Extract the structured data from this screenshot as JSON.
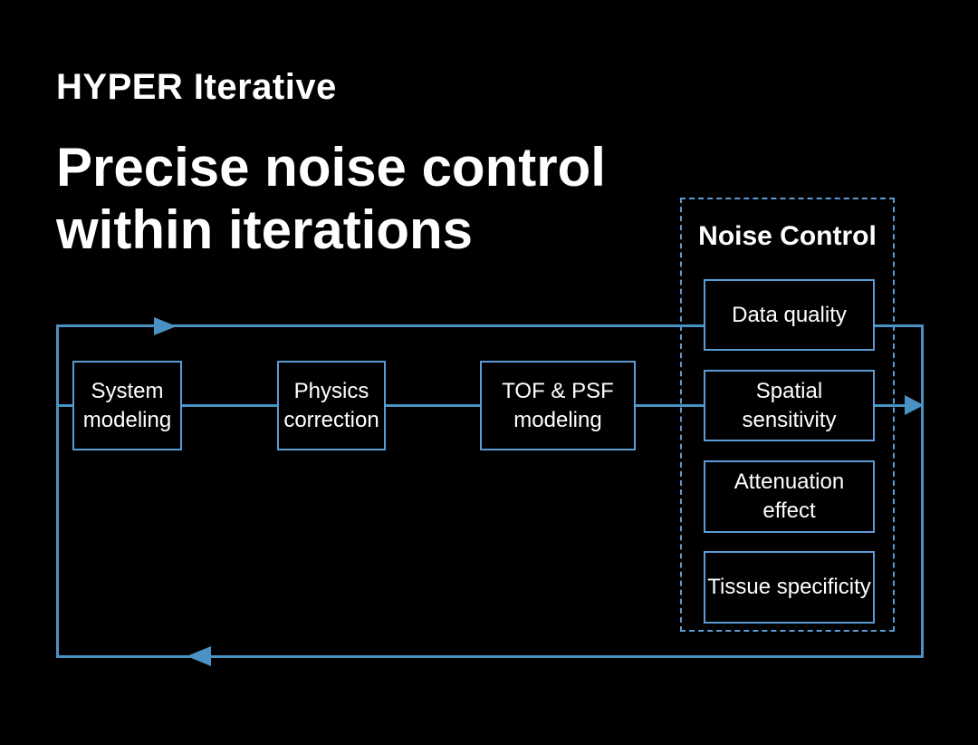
{
  "slide": {
    "eyebrow": "HYPER Iterative",
    "title_lines": [
      "Precise noise control",
      "within iterations"
    ]
  },
  "diagram": {
    "chain": [
      "System modeling",
      "Physics correction",
      "TOF & PSF modeling"
    ],
    "noise_control": {
      "title": "Noise Control",
      "items": [
        "Data quality",
        "Spatial sensitivity",
        "Attenuation effect",
        "Tissue specificity"
      ]
    },
    "arrows": [
      "loop-forward-right",
      "flow-output-right",
      "loop-return-left"
    ]
  },
  "colors": {
    "background": "#000000",
    "accent_line": "#4a92c4",
    "box_border": "#5b9bd5",
    "text": "#ffffff"
  }
}
